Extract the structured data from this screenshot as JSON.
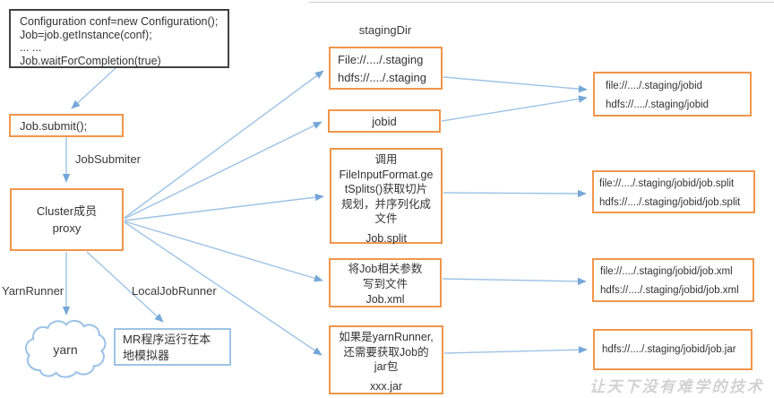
{
  "colors": {
    "orange_border": "#F0964B",
    "blue_border": "#9DC3E6",
    "arrow_blue": "#8FB9E2",
    "code_border": "#424242",
    "watermark_gray": "#D2D2D2"
  },
  "code_box": {
    "lines": [
      "Configuration conf=new Configuration();",
      "Job=job.getInstance(conf);",
      "... ...",
      "Job.waitForCompletion(true)"
    ]
  },
  "submit_box": {
    "label": "Job.submit();"
  },
  "edge_labels": {
    "job_submiter": "JobSubmiter",
    "yarn_runner": "YarnRunner",
    "local_job_runner": "LocalJobRunner"
  },
  "cluster_box": {
    "lines": [
      "Cluster成员",
      "proxy"
    ]
  },
  "yarn_cloud": {
    "label": "yarn"
  },
  "mr_box": {
    "text": "MR程序运行在本地模拟器"
  },
  "staging": {
    "title": "stagingDir",
    "lines": [
      "File://..../.staging",
      "hdfs://..../.staging"
    ]
  },
  "jobid_box": {
    "label": "jobid"
  },
  "split_box": {
    "lines": [
      "调用",
      "FileInputFormat.ge",
      "tSplits()获取切片",
      "规划，并序列化成",
      "文件"
    ],
    "file": "Job.split"
  },
  "xml_box": {
    "lines": [
      "将Job相关参数",
      "写到文件"
    ],
    "file": "Job.xml"
  },
  "jar_box": {
    "lines": [
      "如果是yarnRunner,",
      "还需要获取Job的",
      "jar包"
    ],
    "file": "xxx.jar"
  },
  "right_boxes": {
    "jobid_dir": {
      "lines": [
        "file://..../.staging/jobid",
        "hdfs://..../.staging/jobid"
      ]
    },
    "split": {
      "lines": [
        "file://..../.staging/jobid/job.split",
        "hdfs://..../.staging/jobid/job.split"
      ]
    },
    "xml": {
      "lines": [
        "file://..../.staging/jobid/job.xml",
        "hdfs://..../.staging/jobid/job.xml"
      ]
    },
    "jar": {
      "lines": [
        "hdfs://..../.staging/jobid/job.jar"
      ]
    }
  },
  "watermark": "让天下没有难学的技术"
}
